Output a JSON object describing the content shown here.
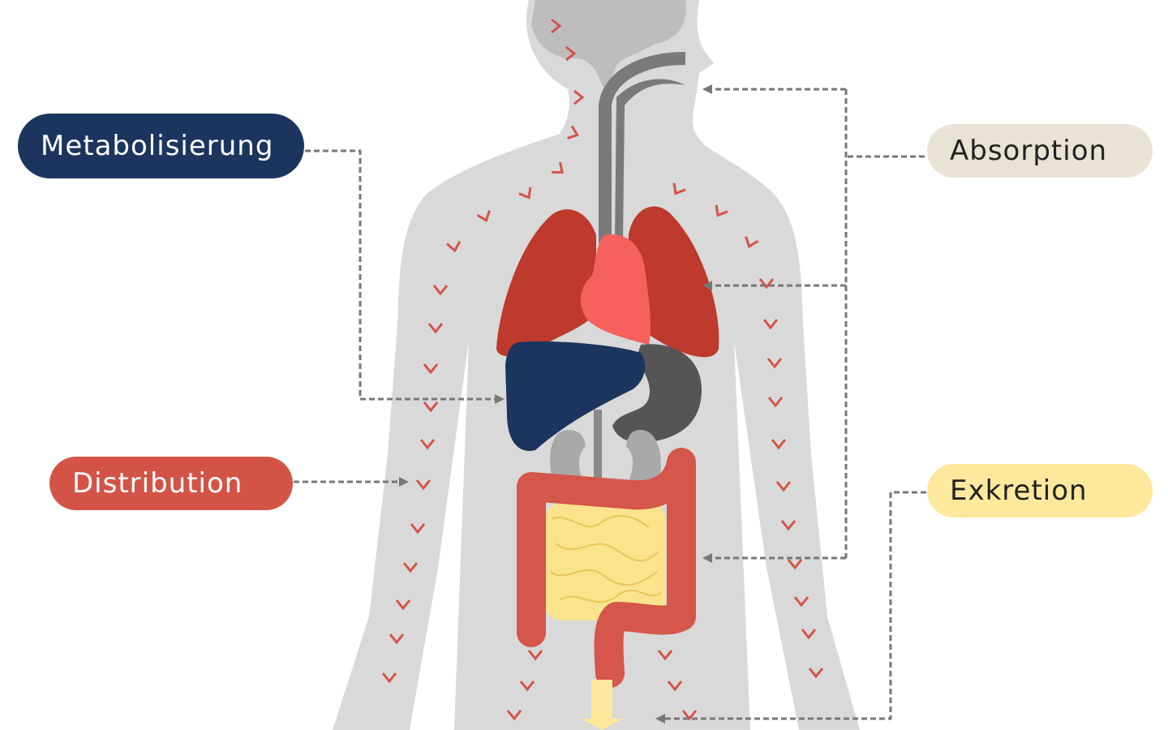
{
  "labels": {
    "metabolisierung": "Metabolisierung",
    "distribution": "Distribution",
    "absorption": "Absorption",
    "exkretion": "Exkretion"
  },
  "colors": {
    "metabolisierung": "#1b355e",
    "distribution": "#d35446",
    "absorption": "#e8e3d5",
    "exkretion": "#fde89c",
    "body": "#d9d9d9",
    "lungs": "#bd3a2c",
    "heart": "#f6605d",
    "liver": "#1b355e",
    "stomach": "#555555",
    "kidneys": "#a9a9a9",
    "colon": "#d5564a",
    "small_intestine": "#fbe38e",
    "arrows": "#777777"
  }
}
